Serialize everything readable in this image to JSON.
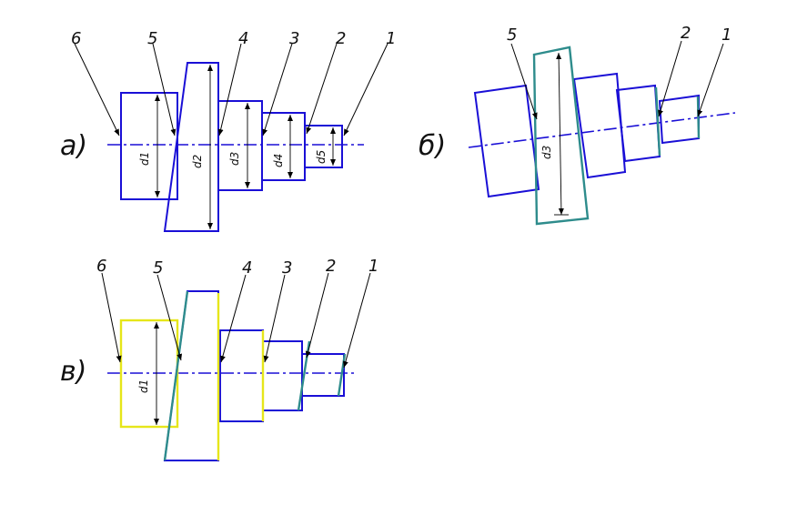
{
  "panels": {
    "a": {
      "label": "а)",
      "numbers": [
        "6",
        "5",
        "4",
        "3",
        "2",
        "1"
      ],
      "dims": [
        "d1",
        "d2",
        "d3",
        "d4",
        "d5"
      ]
    },
    "b": {
      "label": "б)",
      "numbers": [
        "5",
        "2",
        "1"
      ],
      "dims": [
        "d3"
      ]
    },
    "c": {
      "label": "в)",
      "numbers": [
        "6",
        "5",
        "4",
        "3",
        "2",
        "1"
      ],
      "dims": [
        "d1"
      ]
    }
  },
  "colors": {
    "outline": "#1a0fd6",
    "highlight_teal": "#2e8c8c",
    "highlight_yellow": "#e6e61a",
    "leader": "#000000"
  }
}
